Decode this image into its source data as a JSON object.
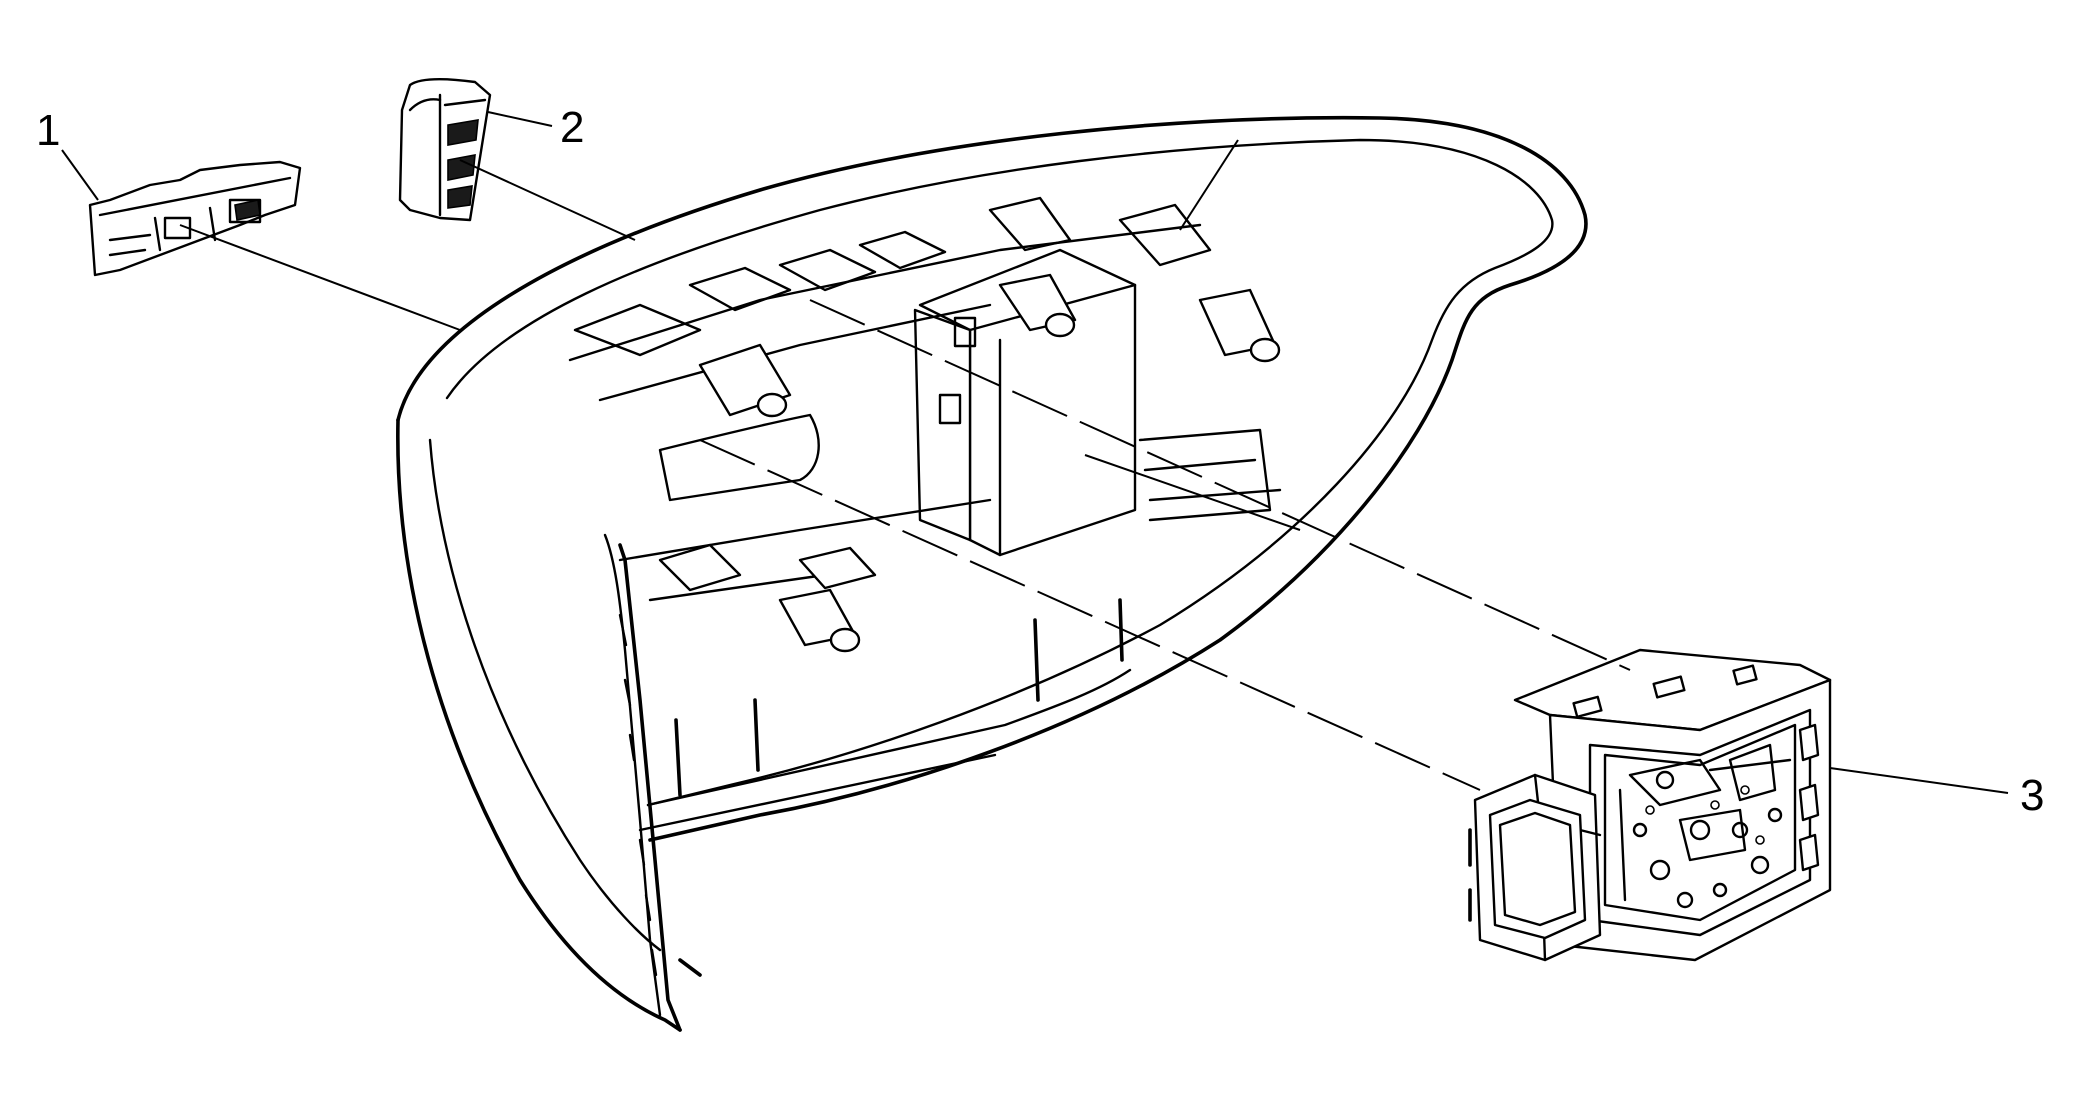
{
  "diagram": {
    "callouts": [
      {
        "id": "1",
        "label": "1"
      },
      {
        "id": "2",
        "label": "2"
      },
      {
        "id": "3",
        "label": "3"
      }
    ],
    "colors": {
      "ink": "#000000",
      "background": "#ffffff"
    }
  }
}
